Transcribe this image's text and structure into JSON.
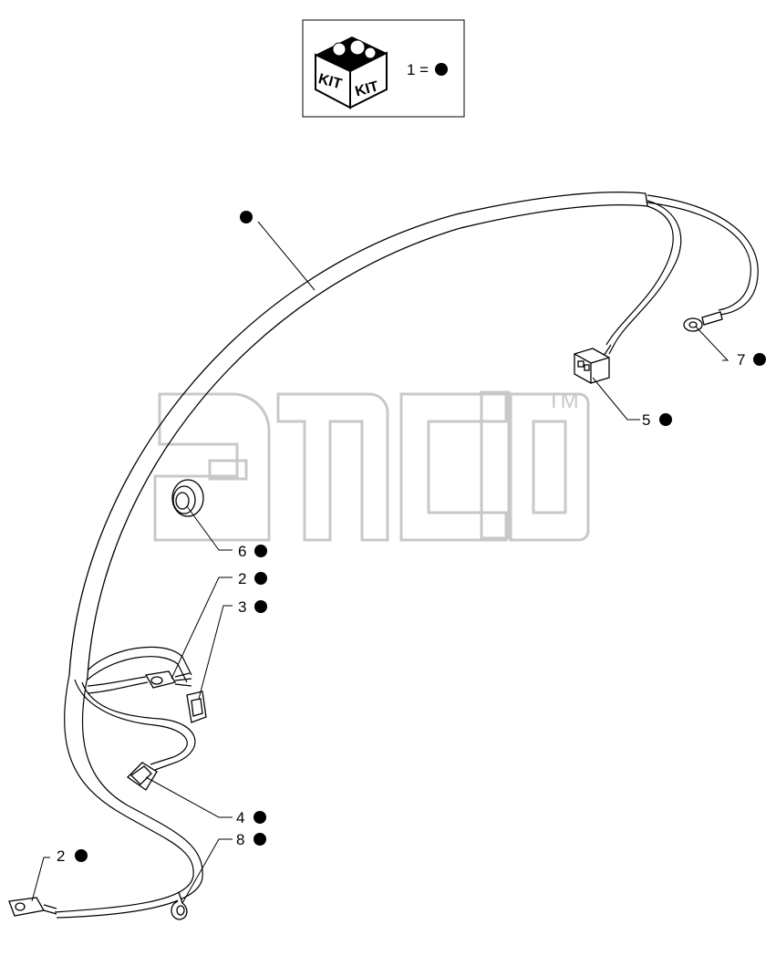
{
  "kit_box": {
    "icon_text_left": "KIT",
    "icon_text_right": "KIT",
    "label": "1 ="
  },
  "watermark": {
    "tm": "TM"
  },
  "callouts": {
    "harness": "",
    "c7": "7",
    "c5": "5",
    "c6": "6",
    "c2a": "2",
    "c3": "3",
    "c4": "4",
    "c8": "8",
    "c2b": "2"
  },
  "colors": {
    "line": "#000000",
    "watermark": "#c8c8c8",
    "bullet": "#000000"
  }
}
